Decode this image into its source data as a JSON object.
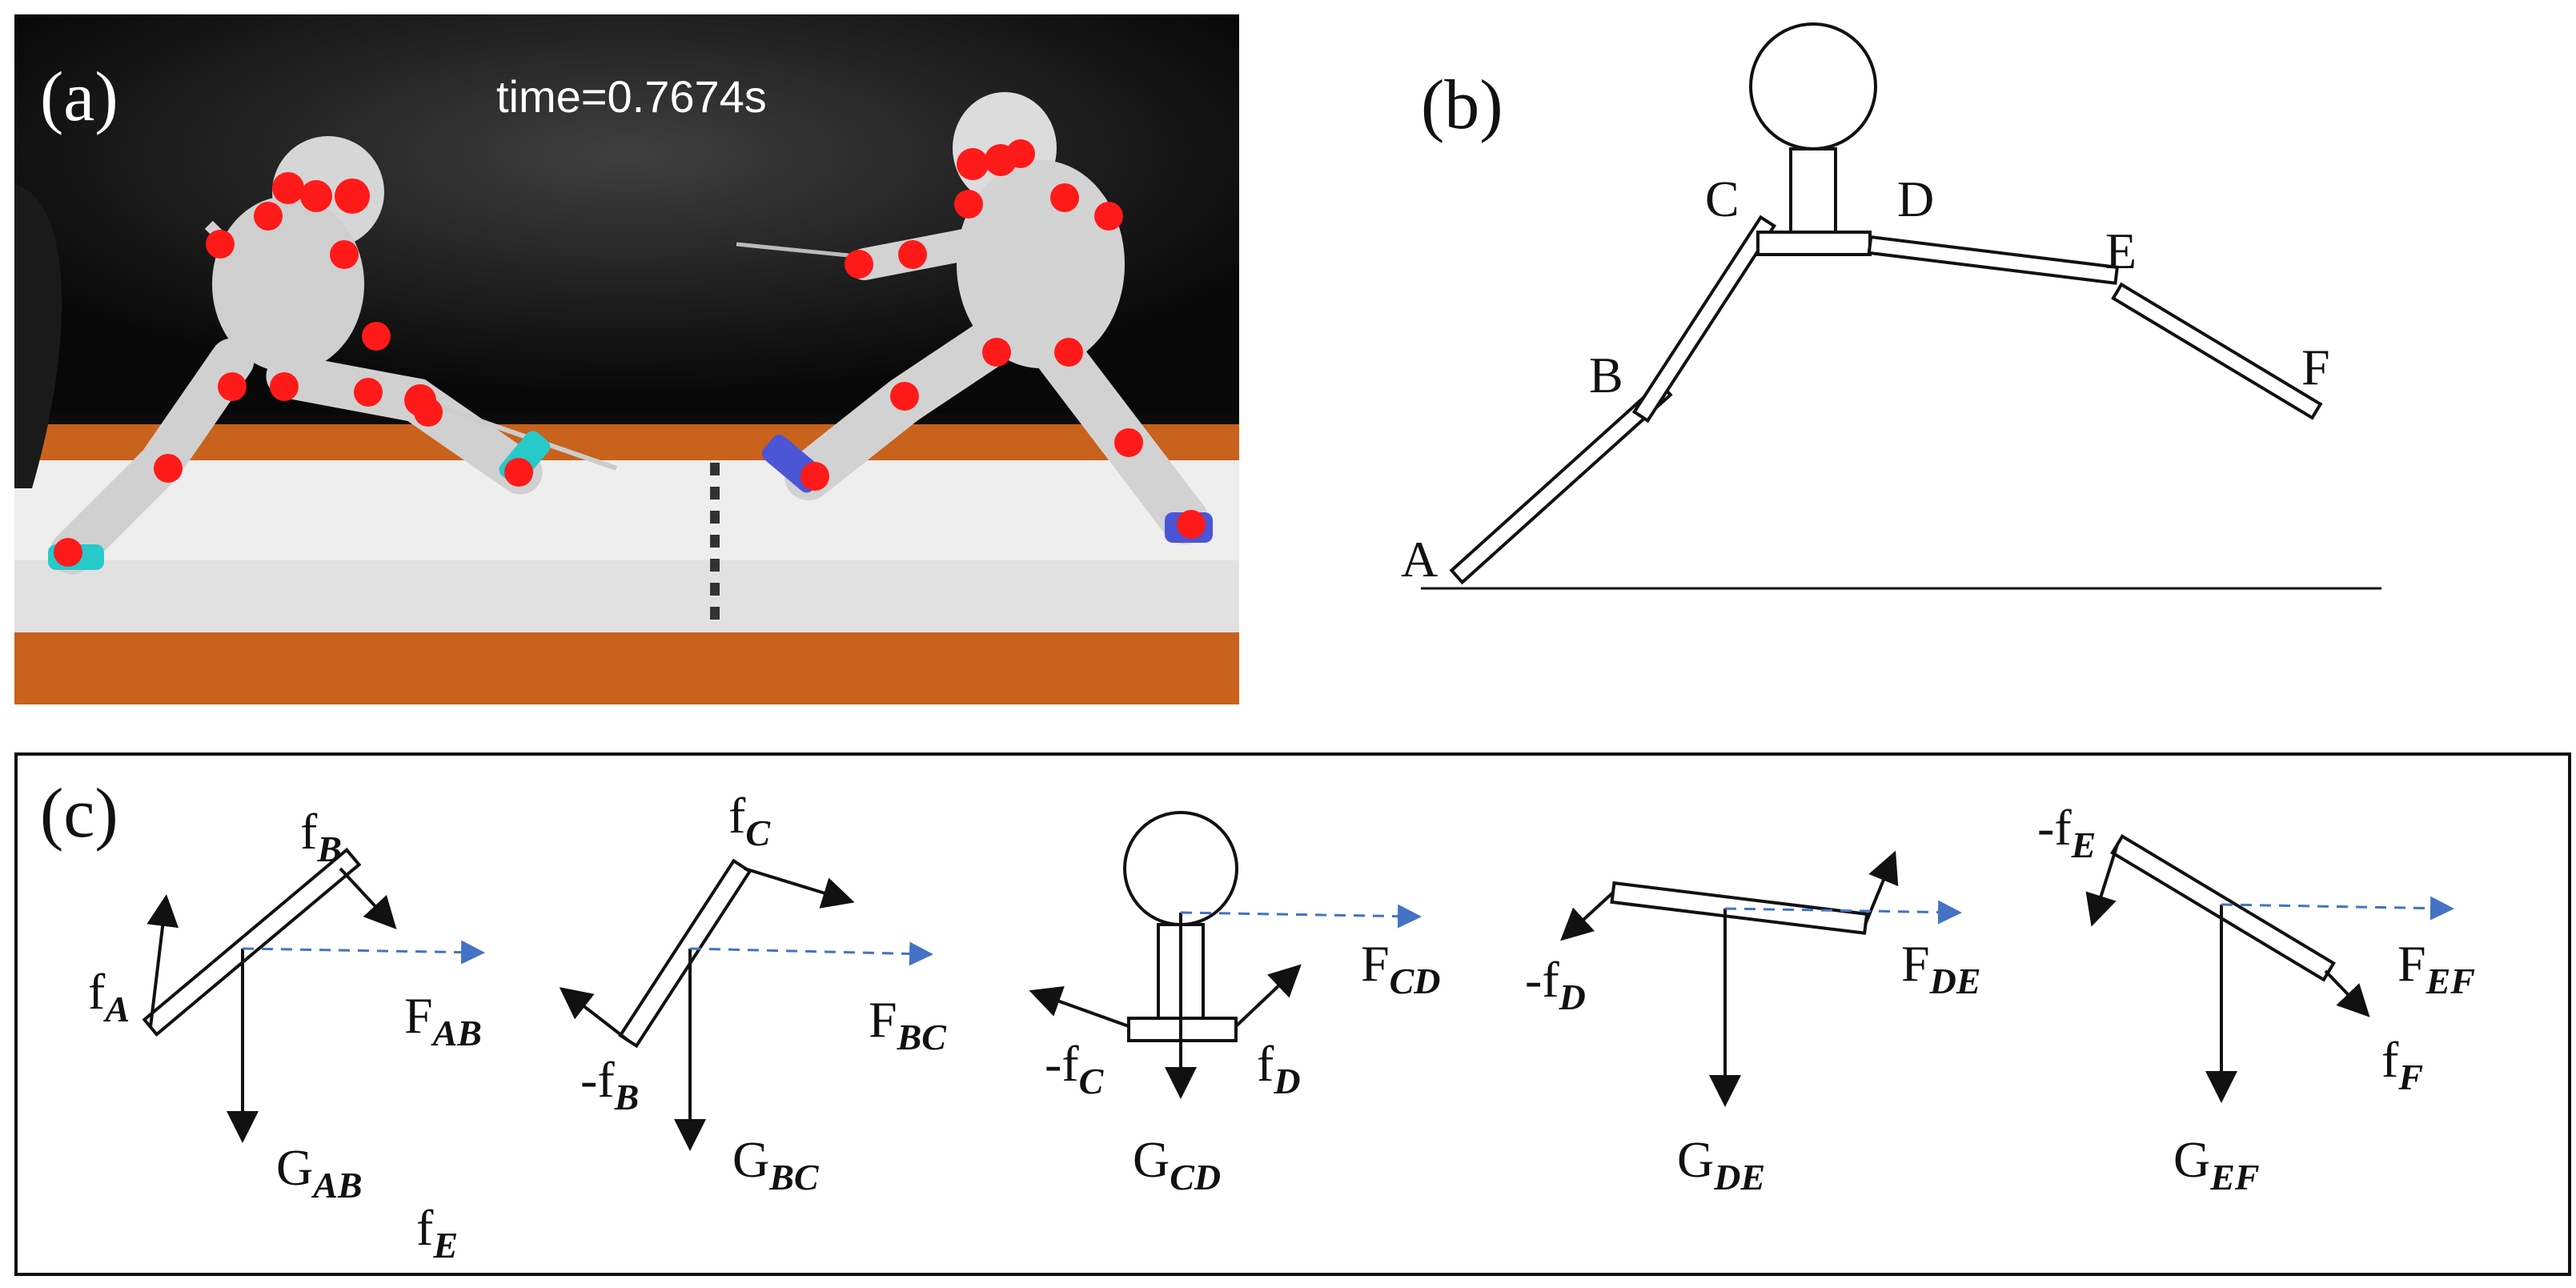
{
  "colors": {
    "ink": "#111111",
    "joint_marker": "#ff1a1a",
    "dashed_force": "#4472c4",
    "piste_orange": "#c8621c",
    "shoe_cyan": "#27c9c9",
    "shoe_blue": "#4b55d6"
  },
  "panel_a": {
    "label": "(a)",
    "time_text": "time=0.7674s"
  },
  "panel_b": {
    "label": "(b)",
    "joints": {
      "A": "A",
      "B": "B",
      "C": "C",
      "D": "D",
      "E": "E",
      "F": "F"
    }
  },
  "panel_c": {
    "label": "(c)",
    "segments": [
      {
        "id": "AB",
        "F": {
          "base": "F",
          "sub": "AB"
        },
        "G": {
          "base": "G",
          "sub": "AB"
        },
        "f1": {
          "base": "f",
          "sub": "A"
        },
        "f2": {
          "base": "f",
          "sub": "B"
        }
      },
      {
        "id": "BC",
        "F": {
          "base": "F",
          "sub": "BC"
        },
        "G": {
          "base": "G",
          "sub": "BC"
        },
        "f1": {
          "base": "-f",
          "sub": "B"
        },
        "f2": {
          "base": "f",
          "sub": "C"
        }
      },
      {
        "id": "CD",
        "F": {
          "base": "F",
          "sub": "CD"
        },
        "G": {
          "base": "G",
          "sub": "CD"
        },
        "f1": {
          "base": "-f",
          "sub": "C"
        },
        "f2": {
          "base": "f",
          "sub": "D"
        }
      },
      {
        "id": "DE",
        "F": {
          "base": "F",
          "sub": "DE"
        },
        "G": {
          "base": "G",
          "sub": "DE"
        },
        "f1": {
          "base": "-f",
          "sub": "D"
        },
        "f2": {
          "base": "",
          "sub": ""
        }
      },
      {
        "id": "EF",
        "F": {
          "base": "F",
          "sub": "EF"
        },
        "G": {
          "base": "G",
          "sub": "EF"
        },
        "f1": {
          "base": "-f",
          "sub": "E"
        },
        "f2": {
          "base": "f",
          "sub": "F"
        }
      }
    ],
    "stray_label": {
      "base": "f",
      "sub": "E"
    }
  }
}
